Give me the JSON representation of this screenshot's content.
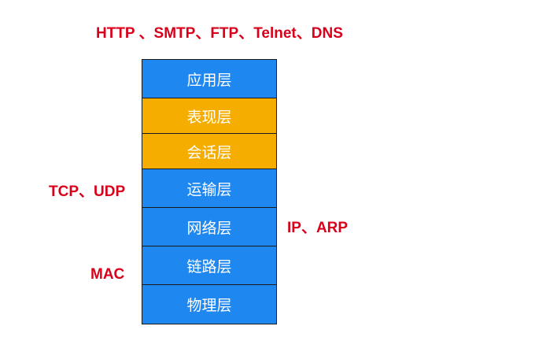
{
  "protocols": {
    "application": "HTTP 、SMTP、FTP、Telnet、DNS",
    "transport": "TCP、UDP",
    "network": "IP、ARP",
    "link": "MAC"
  },
  "layers": [
    {
      "label": "应用层",
      "color": "#1f87f0"
    },
    {
      "label": "表现层",
      "color": "#f5ad00"
    },
    {
      "label": "会话层",
      "color": "#f5ad00"
    },
    {
      "label": "运输层",
      "color": "#1f87f0"
    },
    {
      "label": "网络层",
      "color": "#1f87f0"
    },
    {
      "label": "链路层",
      "color": "#1f87f0"
    },
    {
      "label": "物理层",
      "color": "#1f87f0"
    }
  ],
  "colors": {
    "protocol_text": "#d9001b",
    "layer_blue": "#1f87f0",
    "layer_yellow": "#f5ad00",
    "border": "#1a1a1a"
  }
}
